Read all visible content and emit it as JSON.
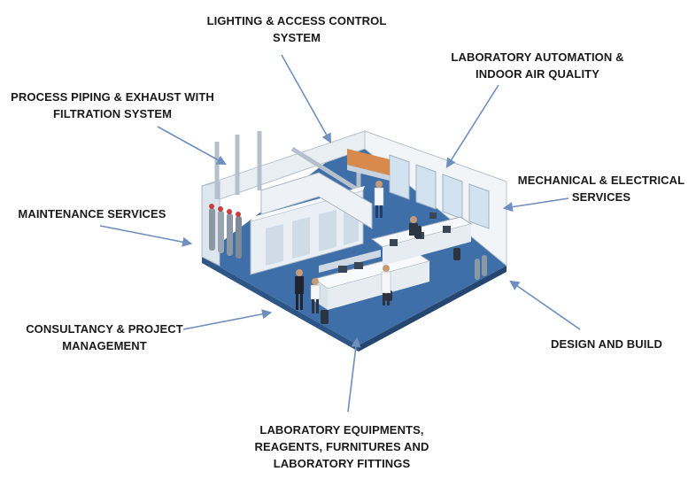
{
  "labels": {
    "lighting": [
      "LIGHTING  & ACCESS CONTROL",
      "SYSTEM"
    ],
    "automation": [
      "LABORATORY AUTOMATION &",
      "INDOOR AIR QUALITY"
    ],
    "process": [
      "PROCESS PIPING & EXHAUST WITH",
      "FILTRATION SYSTEM"
    ],
    "maintenance": [
      "MAINTENANCE SERVICES"
    ],
    "mechanical": [
      "MECHANICAL & ELECTRICAL",
      "SERVICES"
    ],
    "consultancy": [
      "CONSULTANCY & PROJECT",
      "MANAGEMENT"
    ],
    "design": [
      "DESIGN AND BUILD"
    ],
    "equipment": [
      "LABORATORY EQUIPMENTS,",
      "REAGENTS, FURNITURES AND",
      "LABORATORY FITTINGS"
    ]
  },
  "colors": {
    "arrow": "#6f8fbf",
    "floor": "#3f6fa8",
    "wall": "#eef2f6",
    "wall_shade": "#cfd8e2",
    "glass": "#dfe9f3",
    "text": "#1a1a1a"
  }
}
